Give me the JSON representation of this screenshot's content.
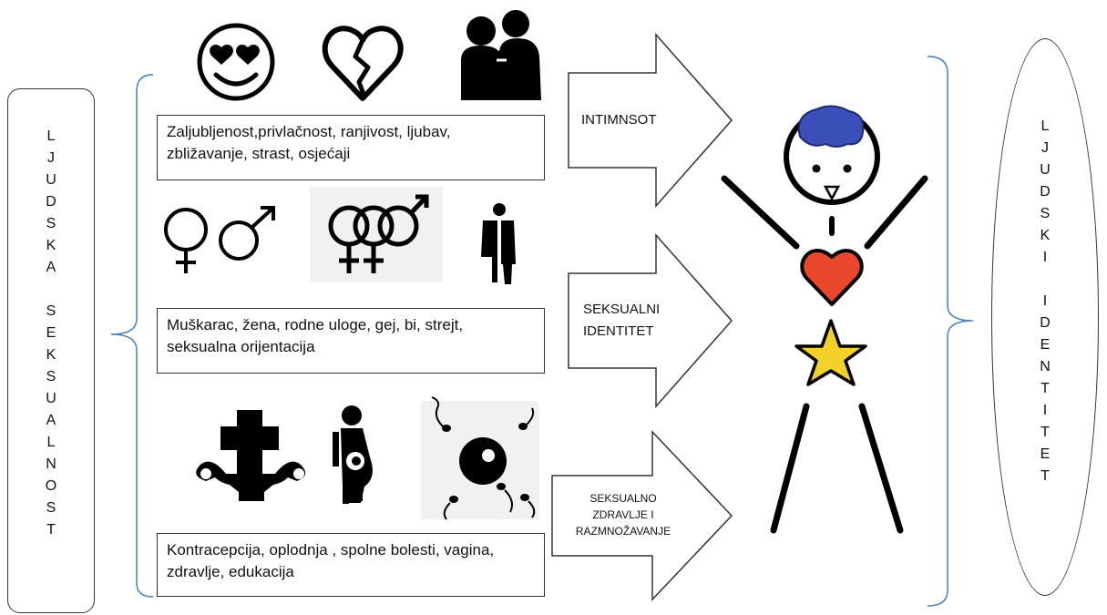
{
  "left_box": {
    "title_line1": [
      "L",
      "J",
      "U",
      "D",
      "S",
      "K",
      "A"
    ],
    "title_line2": [
      "S",
      "E",
      "K",
      "S",
      "U",
      "A",
      "L",
      "N",
      "O",
      "S",
      "T"
    ]
  },
  "right_ellipse": {
    "title_line1": [
      "L",
      "J",
      "U",
      "D",
      "S",
      "K",
      "I"
    ],
    "title_line2": [
      "I",
      "D",
      "E",
      "N",
      "T",
      "I",
      "T",
      "E",
      "T"
    ]
  },
  "boxes": {
    "intimacy": "Zaljubljenost,privlačnost, ranjivost, ljubav, zbližavanje, strast, osjećaji",
    "identity": "Muškarac, žena, rodne uloge, gej, bi, strejt, seksualna orijentacija",
    "health": "Kontracepcija, oplodnja , spolne bolesti, vagina,  zdravlje, edukacija"
  },
  "arrows": {
    "intimacy": "INTIMNSOT",
    "identity_l1": "SEKSUALNI",
    "identity_l2": "IDENTITET",
    "health_l1": "SEKSUALNO",
    "health_l2": "ZDRAVLJE I",
    "health_l3": "RAZMNOŽAVANJE"
  },
  "icons": [
    "smiley-heart-eyes-icon",
    "broken-heart-icon",
    "couple-icon",
    "female-symbol-icon",
    "male-symbol-icon",
    "intersex-symbols-icon",
    "gender-restroom-icon",
    "uterus-cross-icon",
    "pregnant-woman-icon",
    "sperm-egg-icon"
  ],
  "colors": {
    "bracket": "#4a7fc1",
    "hair": "#3a4fb8",
    "heart": "#e8472b",
    "star": "#f4d02a"
  }
}
